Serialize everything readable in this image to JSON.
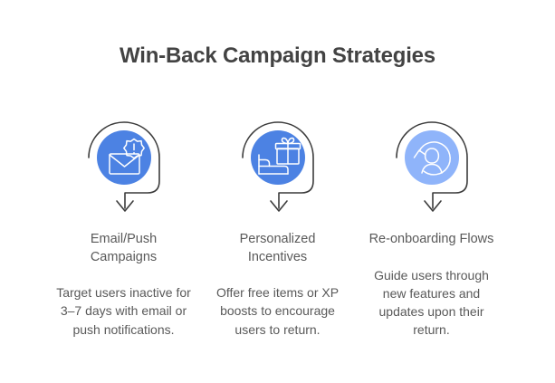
{
  "title": "Win-Back Campaign Strategies",
  "background_color": "#ffffff",
  "text_color": "#595959",
  "title_color": "#434343",
  "ring_color": "#3c3c3c",
  "columns": [
    {
      "icon_name": "email-alert-icon",
      "circle_color": "#4c82e3",
      "heading": "Email/Push Campaigns",
      "body": "Target users inactive for 3–7 days with email or push notifications."
    },
    {
      "icon_name": "gift-bed-icon",
      "circle_color": "#4c82e3",
      "heading": "Personalized Incentives",
      "body": "Offer free items or XP boosts to encourage users to return."
    },
    {
      "icon_name": "user-refresh-icon",
      "circle_color": "#8fb4fa",
      "heading": "Re-onboarding Flows",
      "body": "Guide users through new features and updates upon their return."
    }
  ]
}
